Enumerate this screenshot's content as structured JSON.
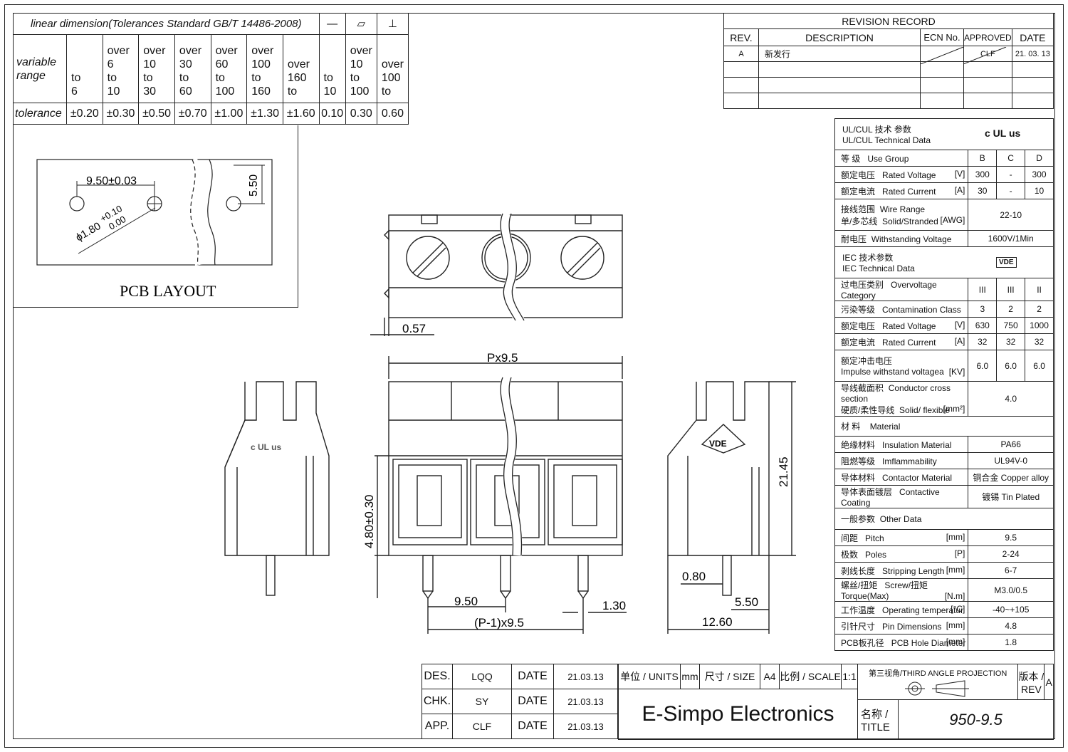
{
  "tolerance_table": {
    "title": "linear dimension(Tolerances Standard GB/T 14486-2008)",
    "symbols": [
      "—",
      "▱",
      "⊥"
    ],
    "row_range_label": "variable range",
    "ranges": [
      [
        "to",
        "6"
      ],
      [
        "over",
        "6",
        "to",
        "10"
      ],
      [
        "over",
        "10",
        "to",
        "30"
      ],
      [
        "over",
        "30",
        "to",
        "60"
      ],
      [
        "over",
        "60",
        "to",
        "100"
      ],
      [
        "over",
        "100",
        "to",
        "160"
      ],
      [
        "over",
        "160",
        "to"
      ],
      [
        "to",
        "10"
      ],
      [
        "over",
        "10",
        "to",
        "100"
      ],
      [
        "over",
        "100",
        "to"
      ]
    ],
    "row_tol_label": "tolerance",
    "tolerances": [
      "±0.20",
      "±0.30",
      "±0.50",
      "±0.70",
      "±1.00",
      "±1.30",
      "±1.60",
      "0.10",
      "0.30",
      "0.60"
    ]
  },
  "pcb_layout": {
    "title": "PCB LAYOUT",
    "dim_pitch": "9.50±0.03",
    "dim_height": "5.50",
    "dim_hole": "ϕ1.80",
    "dim_hole_tol_upper": "+0.10",
    "dim_hole_tol_lower": "0.00"
  },
  "revision": {
    "title": "REVISION   RECORD",
    "headers": [
      "REV.",
      "DESCRIPTION",
      "ECN No.",
      "APPROVED",
      "DATE"
    ],
    "rows": [
      [
        "A",
        "新发行",
        "",
        "CLF",
        "21. 03. 13"
      ],
      [
        "",
        "",
        "",
        "",
        ""
      ],
      [
        "",
        "",
        "",
        "",
        ""
      ],
      [
        "",
        "",
        "",
        "",
        ""
      ]
    ]
  },
  "spec": {
    "ul_header_cn": "UL/CUL   技术 参数",
    "ul_header_en": "UL/CUL     Technical Data",
    "ul_logo": "c UL us",
    "ul_rows": [
      {
        "cn": "等 级",
        "en": "Use Group",
        "unit": "",
        "vals": [
          "B",
          "C",
          "D"
        ]
      },
      {
        "cn": "额定电压",
        "en": "Rated Voltage",
        "unit": "[V]",
        "vals": [
          "300",
          "-",
          "300"
        ]
      },
      {
        "cn": "额定电流",
        "en": "Rated Current",
        "unit": "[A]",
        "vals": [
          "30",
          "-",
          "10"
        ]
      }
    ],
    "wire_cn1": "接线范围",
    "wire_en1": "Wire Range",
    "wire_cn2": "单/多芯线",
    "wire_en2": "Solid/Stranded",
    "wire_unit": "[AWG]",
    "wire_val": "22-10",
    "withstand_cn": "耐电压",
    "withstand_en": "Withstanding Voltage",
    "withstand_val": "1600V/1Min",
    "iec_header_cn": "IEC  技术参数",
    "iec_header_en": "IEC  Technical Data",
    "vde_logo": "VDE",
    "iec_rows": [
      {
        "cn": "过电压类别",
        "en": "Overvoltage Category",
        "unit": "",
        "vals": [
          "III",
          "III",
          "II"
        ]
      },
      {
        "cn": "污染等级",
        "en": "Contamination Class",
        "unit": "",
        "vals": [
          "3",
          "2",
          "2"
        ]
      },
      {
        "cn": "额定电压",
        "en": "Rated Voltage",
        "unit": "[V]",
        "vals": [
          "630",
          "750",
          "1000"
        ]
      },
      {
        "cn": "额定电流",
        "en": "Rated Current",
        "unit": "[A]",
        "vals": [
          "32",
          "32",
          "32"
        ]
      }
    ],
    "impulse_cn": "额定冲击电压",
    "impulse_en": "Impulse withstand voltagea",
    "impulse_unit": "[KV]",
    "impulse_vals": [
      "6.0",
      "6.0",
      "6.0"
    ],
    "cond_cn1": "导线截面积",
    "cond_en1": "Conductor cross section",
    "cond_cn2": "硬质/柔性导线",
    "cond_en2": "Solid/ flexible",
    "cond_unit": "[mm²]",
    "cond_val": "4.0",
    "material_cn": "材 料",
    "material_en": "Material",
    "material_rows": [
      {
        "cn": "绝缘材料",
        "en": "Insulation Material",
        "val": "PA66"
      },
      {
        "cn": "阻燃等级",
        "en": "Imflammability",
        "val": "UL94V-0"
      },
      {
        "cn": "导体材料",
        "en": "Contactor Material",
        "val": "铜合金 Copper alloy"
      },
      {
        "cn": "导体表面镀层",
        "en": "Contactive Coating",
        "val": "镀锡 Tin Plated"
      }
    ],
    "other_cn": "一般参数",
    "other_en": "Other Data",
    "other_rows": [
      {
        "cn": "间距",
        "en": "Pitch",
        "unit": "[mm]",
        "val": "9.5"
      },
      {
        "cn": "极数",
        "en": "Poles",
        "unit": "[P]",
        "val": "2-24"
      },
      {
        "cn": "剥线长度",
        "en": "Stripping Length",
        "unit": "[mm]",
        "val": "6-7"
      },
      {
        "cn": "螺丝/扭矩",
        "en": "Screw/扭矩  Torque(Max)",
        "unit": "[N.m]",
        "val": "M3.0/0.5"
      },
      {
        "cn": "工作温度",
        "en": "Operating temperatur",
        "unit": "[°C]",
        "val": "-40~+105"
      },
      {
        "cn": "引针尺寸",
        "en": "Pin Dimensions",
        "unit": "[mm]",
        "val": "4.8"
      },
      {
        "cn": "PCB板孔径",
        "en": "PCB Hole Diameter",
        "unit": "[mm]",
        "val": "1.8"
      }
    ]
  },
  "dims": {
    "d057": "0.57",
    "px95": "Px9.5",
    "d480": "4.80±0.30",
    "d950": "9.50",
    "p195": "(P-1)x9.5",
    "d130": "1.30",
    "d2145": "21.45",
    "d080": "0.80",
    "d550": "5.50",
    "d1260": "12.60",
    "ul_mark": "c UL us",
    "vde_mark": "VDE"
  },
  "title_block": {
    "des": "DES.",
    "des_name": "LQQ",
    "des_date_label": "DATE",
    "des_date": "21.03.13",
    "chk": "CHK.",
    "chk_name": "SY",
    "chk_date_label": "DATE",
    "chk_date": "21.03.13",
    "app": "APP.",
    "app_name": "CLF",
    "app_date_label": "DATE",
    "app_date": "21.03.13",
    "units_label": "单位 / UNITS",
    "units_val": "mm",
    "size_label": "尺寸 / SIZE",
    "size_val": "A4",
    "scale_label": "比例 / SCALE",
    "scale_val": "1:1",
    "projection": "第三视角/THIRD ANGLE PROJECTION",
    "rev_label_cn": "版本 /",
    "rev_label_en": "REV",
    "rev_val": "A",
    "company": "E-Simpo Electronics",
    "title_label_cn": "名称 /",
    "title_label_en": "TITLE",
    "title_val": "950-9.5"
  }
}
